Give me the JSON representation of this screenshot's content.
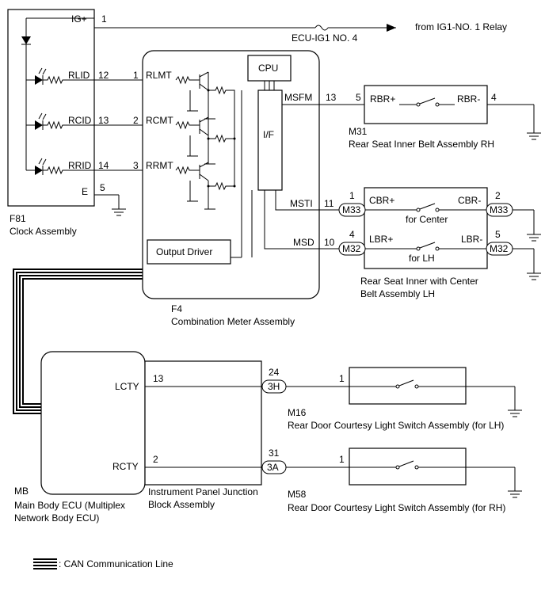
{
  "components": {
    "clock": {
      "code": "F81",
      "name": "Clock Assembly",
      "pins": {
        "ig": "IG+",
        "rlid": "RLID",
        "rcid": "RCID",
        "rrid": "RRID",
        "e": "E"
      },
      "pin_numbers": {
        "ig": "1",
        "rlid": "12",
        "rcid": "13",
        "rrid": "14",
        "e": "5"
      }
    },
    "meter": {
      "code": "F4",
      "name": "Combination Meter Assembly",
      "cpu": "CPU",
      "if": "I/F",
      "output_driver": "Output Driver",
      "pins_left": {
        "rlmt": "RLMT",
        "rcmt": "RCMT",
        "rrmt": "RRMT"
      },
      "pin_numbers_left": {
        "rlmt": "1",
        "rcmt": "2",
        "rrmt": "3"
      },
      "pins_right": {
        "msfm": "MSFM",
        "msti": "MSTI",
        "msd": "MSD"
      },
      "pin_numbers_right": {
        "msfm": "13",
        "msti": "11",
        "msd": "10"
      }
    },
    "rh_belt": {
      "code": "M31",
      "name": "Rear Seat Inner Belt Assembly RH",
      "pin_plus": "RBR+",
      "pin_minus": "RBR-",
      "num_plus": "5",
      "num_minus": "4"
    },
    "center_belt": {
      "name_line1": "Rear Seat Inner with Center",
      "name_line2": "Belt Assembly LH",
      "cbr_plus": "CBR+",
      "cbr_minus": "CBR-",
      "for_center": "for Center",
      "lbr_plus": "LBR+",
      "lbr_minus": "LBR-",
      "for_lh": "for LH",
      "m33_num_left": "1",
      "m33_num_right": "2",
      "m32_num_left": "4",
      "m32_num_right": "5",
      "connector_m33": "M33",
      "connector_m32": "M32"
    },
    "main_ecu": {
      "code": "MB",
      "name_line1": "Main Body ECU (Multiplex",
      "name_line2": "Network Body ECU)",
      "lcty": "LCTY",
      "rcty": "RCTY",
      "lcty_num": "13",
      "rcty_num": "2"
    },
    "junction": {
      "name_line1": "Instrument Panel Junction",
      "name_line2": "Block Assembly",
      "conn_3h": "3H",
      "conn_3a": "3A",
      "num_3h": "24",
      "num_3a": "31"
    },
    "lh_door": {
      "code": "M16",
      "name": "Rear Door Courtesy Light Switch Assembly (for LH)",
      "pin": "1"
    },
    "rh_door": {
      "code": "M58",
      "name": "Rear Door Courtesy Light Switch Assembly (for RH)",
      "pin": "1"
    }
  },
  "supply": {
    "fuse": "ECU-IG1 NO. 4",
    "source": "from IG1-NO. 1 Relay"
  },
  "legend": {
    "can_line": ": CAN Communication Line"
  }
}
